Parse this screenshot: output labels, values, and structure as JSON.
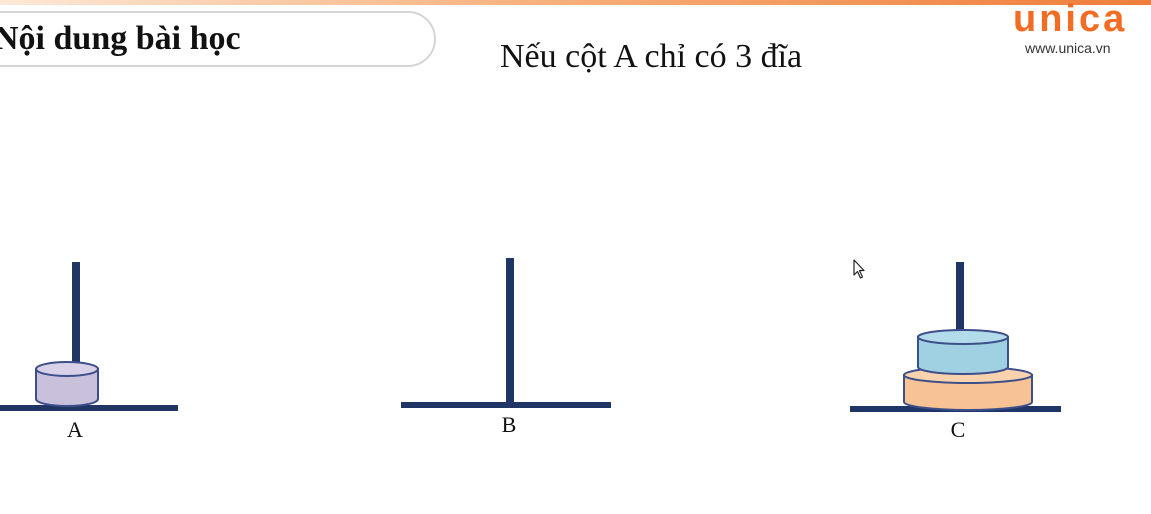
{
  "header": {
    "section_title": "Nội dung bài học",
    "slide_heading": "Nếu cột A chỉ có 3 đĩa"
  },
  "logo": {
    "word": "unica",
    "url": "www.unica.vn",
    "color": "#f26c23"
  },
  "towers": [
    {
      "label": "A",
      "disks": [
        {
          "color": "#c9c1dc",
          "size": "small"
        }
      ]
    },
    {
      "label": "B",
      "disks": []
    },
    {
      "label": "C",
      "disks": [
        {
          "color": "#f8c394",
          "size": "large"
        },
        {
          "color": "#9fd1e2",
          "size": "medium"
        }
      ]
    }
  ],
  "colors": {
    "peg": "#1f3566",
    "accent": "#ef7d3a"
  },
  "icons": {
    "cursor": "mouse-pointer-icon"
  }
}
